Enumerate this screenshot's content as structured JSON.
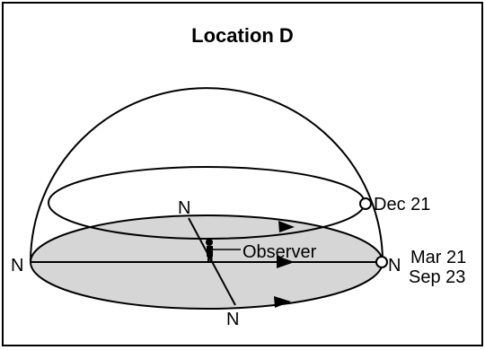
{
  "title": "Location D",
  "labels": {
    "north_left": "N",
    "north_right": "N",
    "north_top": "N",
    "north_bottom": "N",
    "observer": "Observer",
    "dec21": "Dec 21",
    "mar21": "Mar 21",
    "sep23": "Sep 23"
  },
  "colors": {
    "horizon_fill": "#d6d6d6",
    "stroke": "#000000"
  }
}
